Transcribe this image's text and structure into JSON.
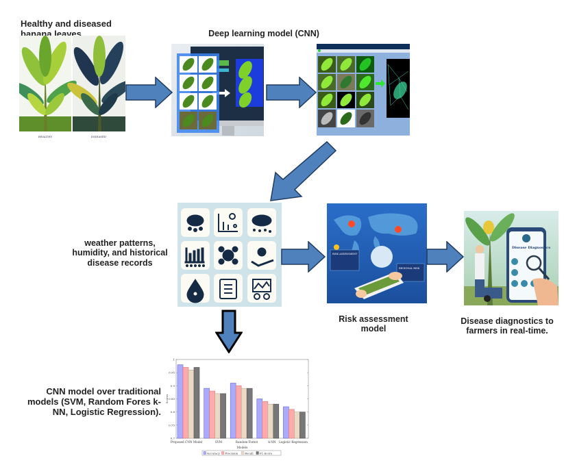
{
  "labels": {
    "leaves": "Healthy and diseased banana leaves.",
    "cnn": "Deep learning model (CNN)",
    "weather": "weather patterns, humidity, and historical disease records",
    "risk": "Risk assessment model",
    "diagnostics": "Disease diagnostics to farmers in real-time.",
    "comparison": "CNN model over traditional models (SVM, Random Fores k-NN, Logistic Regression)."
  },
  "panels": {
    "leaves_caption_left": "HEALTHY",
    "leaves_caption_right": "DISEASED",
    "risk_box_title": "RISK ASSESSMENT",
    "risk_box_title2": "REGIONAL RISK",
    "phone_title": "Disease Diagnostics",
    "weather_icons": [
      "rain-cloud-icon",
      "growth-chart-icon",
      "storm-cloud-icon",
      "bar-chart-icon",
      "virus-network-icon",
      "hand-gear-icon",
      "water-drop-icon",
      "clipboard-icon",
      "map-globe-icon"
    ]
  },
  "colors": {
    "arrow_fill": "#4f81bd",
    "arrow_stroke": "#1f3a5f",
    "accuracy": "#aaaaff",
    "precision": "#ffaaaa",
    "recall": "#ead9c5",
    "f1": "#777777"
  },
  "chart_data": {
    "type": "bar",
    "title": "",
    "xlabel": "Models",
    "ylabel": "Scores",
    "ylim": [
      0.7,
      1.0
    ],
    "yticks": [
      0.7,
      0.75,
      0.8,
      0.85,
      0.9,
      0.95,
      1
    ],
    "ytick_labels": [
      "0.7",
      "0.75",
      "0.8",
      "0.85",
      "0.9",
      "0.95",
      "1"
    ],
    "categories": [
      "Proposed CNN Model",
      "SVM",
      "Random Forest",
      "k-NN",
      "Logistic Regression"
    ],
    "series": [
      {
        "name": "Accuracy",
        "values": [
          0.98,
          0.89,
          0.91,
          0.85,
          0.82
        ]
      },
      {
        "name": "Precision",
        "values": [
          0.97,
          0.88,
          0.9,
          0.84,
          0.81
        ]
      },
      {
        "name": "Recall",
        "values": [
          0.96,
          0.87,
          0.89,
          0.83,
          0.8
        ]
      },
      {
        "name": "F1-Score",
        "values": [
          0.97,
          0.87,
          0.89,
          0.83,
          0.8
        ]
      }
    ],
    "legend_position": "bottom",
    "grid": false
  }
}
